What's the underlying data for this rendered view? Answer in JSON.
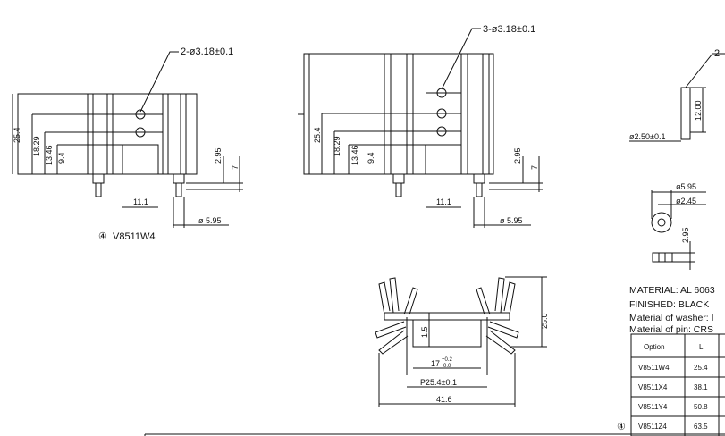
{
  "views": {
    "view1": {
      "hole_callout": "2-ø3.18±0.1",
      "height": "25.4",
      "dim_a": "18.29",
      "dim_b": "13.46",
      "dim_c": "9.4",
      "dim_d": "11.1",
      "dim_e": "2.95",
      "dim_f": "7",
      "dim_g": "ø 5.95",
      "caption_marker": "④",
      "caption": "V8511W4"
    },
    "view2": {
      "hole_callout": "3-ø3.18±0.1",
      "height": "25.4",
      "dim_a": "18.29",
      "dim_b": "13.46",
      "dim_c": "9.4",
      "dim_d": "11.1",
      "dim_e": "2.95",
      "dim_f": "7",
      "dim_g": "ø 5.95"
    },
    "view3": {
      "height": "25.0",
      "inner_height": "1.5",
      "slot": "17",
      "slot_tol_upper": "+0.2",
      "slot_tol_lower": "0.0",
      "pitch": "P25.4±0.1",
      "width": "41.6"
    },
    "pin_detail": {
      "callout": "2-",
      "length": "12.00",
      "pin_dia": "ø2.50±0.1"
    },
    "washer_detail": {
      "outer": "ø5.95",
      "inner": "ø2.45",
      "thickness": "2.95"
    }
  },
  "notes": {
    "material": "MATERIAL:  AL 6063",
    "finished": "FINISHED:  BLACK",
    "washer": "Material of washer:  I",
    "pin": "Material of pin:  CRS"
  },
  "options_table": {
    "headers": [
      "Option",
      "L"
    ],
    "rows": [
      {
        "option": "V8511W4",
        "L": "25.4"
      },
      {
        "option": "V8511X4",
        "L": "38.1"
      },
      {
        "option": "V8511Y4",
        "L": "50.8"
      },
      {
        "option": "V8511Z4",
        "L": "63.5"
      }
    ],
    "marker": "④"
  }
}
